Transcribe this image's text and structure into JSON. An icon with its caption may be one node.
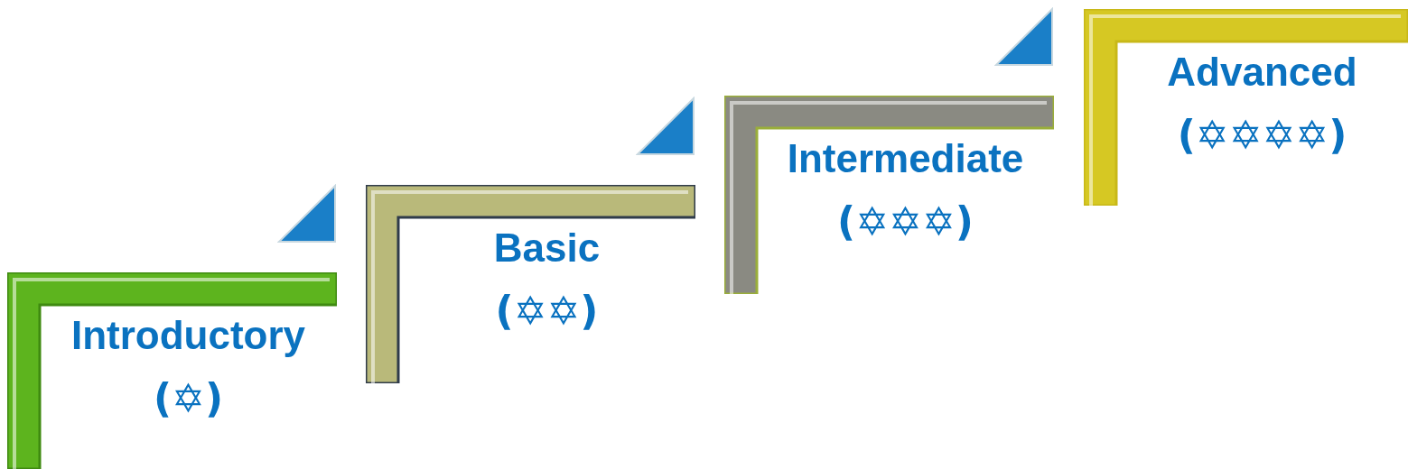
{
  "diagram": {
    "nodes": [
      {
        "text": [
          "Introductory",
          "(✡)"
        ]
      },
      {
        "text": [
          "Basic",
          "(✡✡)"
        ]
      },
      {
        "text": [
          "Intermediate",
          "(✡✡✡)"
        ]
      },
      {
        "text": [
          "Advanced",
          "(✡✡✡✡)"
        ]
      }
    ],
    "edges": []
  }
}
